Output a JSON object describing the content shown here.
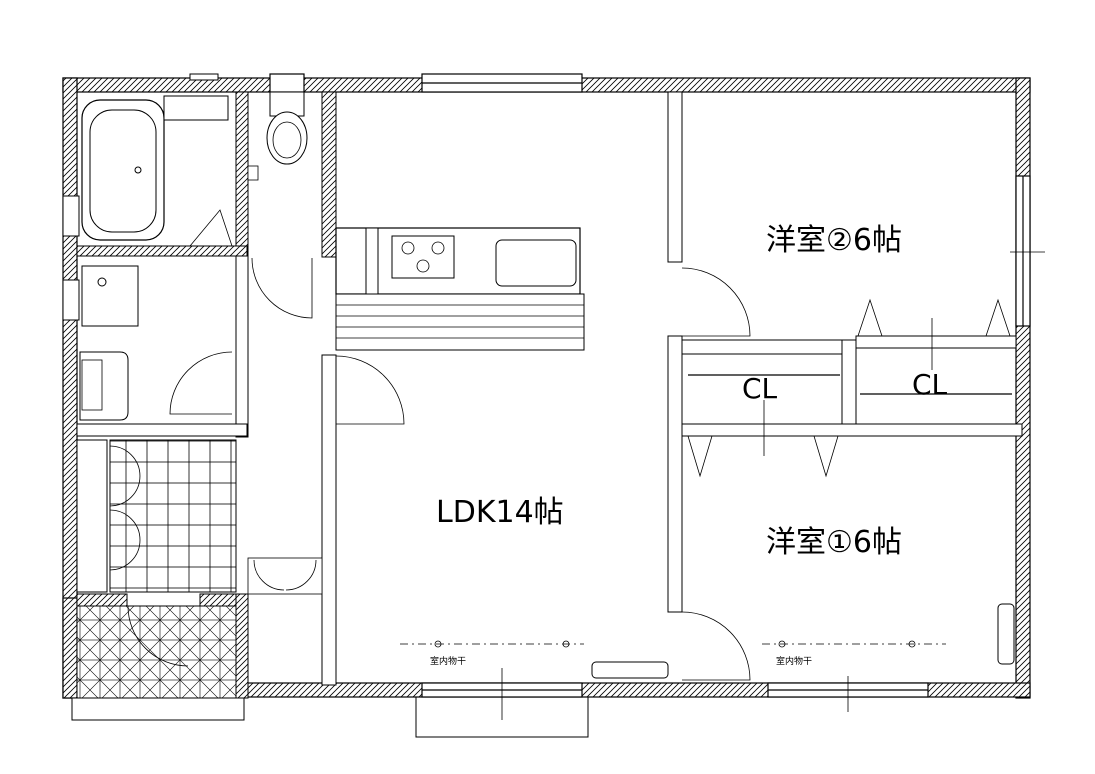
{
  "rooms": {
    "ldk": "LDK14帖",
    "western_room_2": "洋室②6帖",
    "western_room_1": "洋室①6帖",
    "closet_left": "CL",
    "closet_right": "CL"
  },
  "labels": {
    "indoor_drying_left": "室内物干",
    "indoor_drying_right": "室内物干"
  },
  "colors": {
    "wall_hatch": "#d9d9d9",
    "line": "#000000"
  }
}
